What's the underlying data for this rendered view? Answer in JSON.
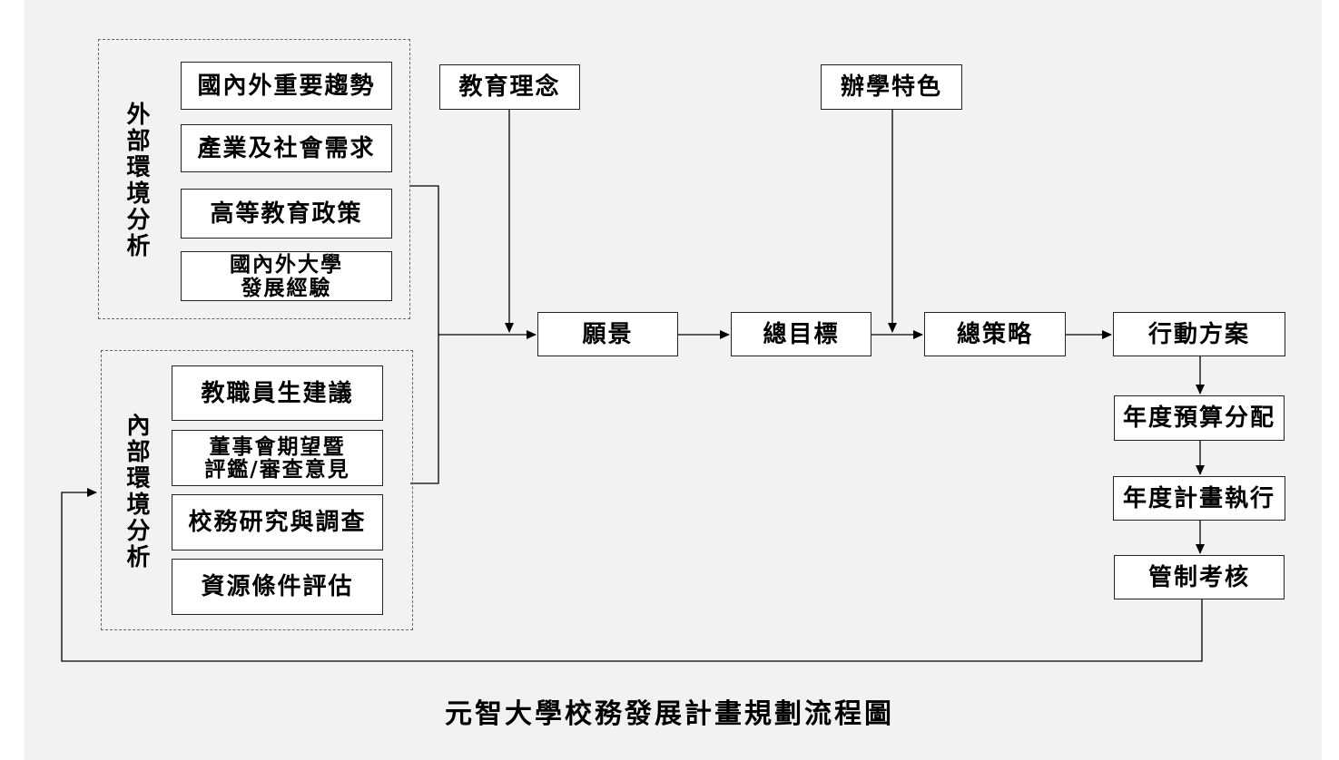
{
  "caption": "元智大學校務發展計畫規劃流程圖",
  "external_group": {
    "label": "外部環境分析",
    "items": [
      {
        "lines": [
          "國內外重要趨勢"
        ]
      },
      {
        "lines": [
          "產業及社會需求"
        ]
      },
      {
        "lines": [
          "高等教育政策"
        ]
      },
      {
        "lines": [
          "國內外大學",
          "發展經驗"
        ]
      }
    ]
  },
  "internal_group": {
    "label": "內部環境分析",
    "items": [
      {
        "lines": [
          "教職員生建議"
        ]
      },
      {
        "lines": [
          "董事會期望暨",
          "評鑑/審查意見"
        ]
      },
      {
        "lines": [
          "校務研究與調查"
        ]
      },
      {
        "lines": [
          "資源條件評估"
        ]
      }
    ]
  },
  "inputs": {
    "philosophy": "教育理念",
    "characteristics": "辦學特色"
  },
  "flow": {
    "vision": "願景",
    "goals": "總目標",
    "strategy": "總策略",
    "action_plan": "行動方案",
    "budget": "年度預算分配",
    "execution": "年度計畫執行",
    "control": "管制考核"
  }
}
